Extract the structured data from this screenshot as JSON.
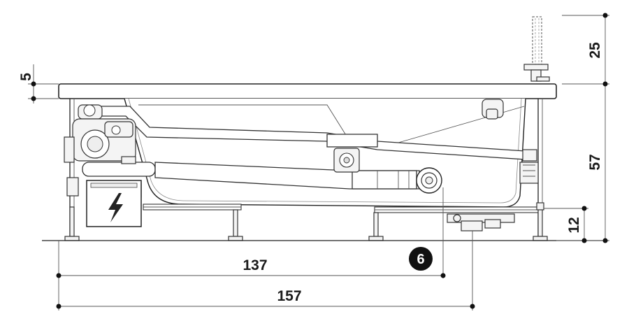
{
  "dimensions": {
    "rim_thickness": "5",
    "tap_height": "25",
    "total_height": "57",
    "leg_height": "12",
    "drain_distance": "137",
    "overall_length": "157"
  },
  "callout": {
    "number": "6"
  },
  "icons": {
    "junction_box": "lightning-bolt-icon"
  },
  "colors": {
    "line": "#222222",
    "callout_fill": "#111111",
    "background": "#ffffff"
  }
}
